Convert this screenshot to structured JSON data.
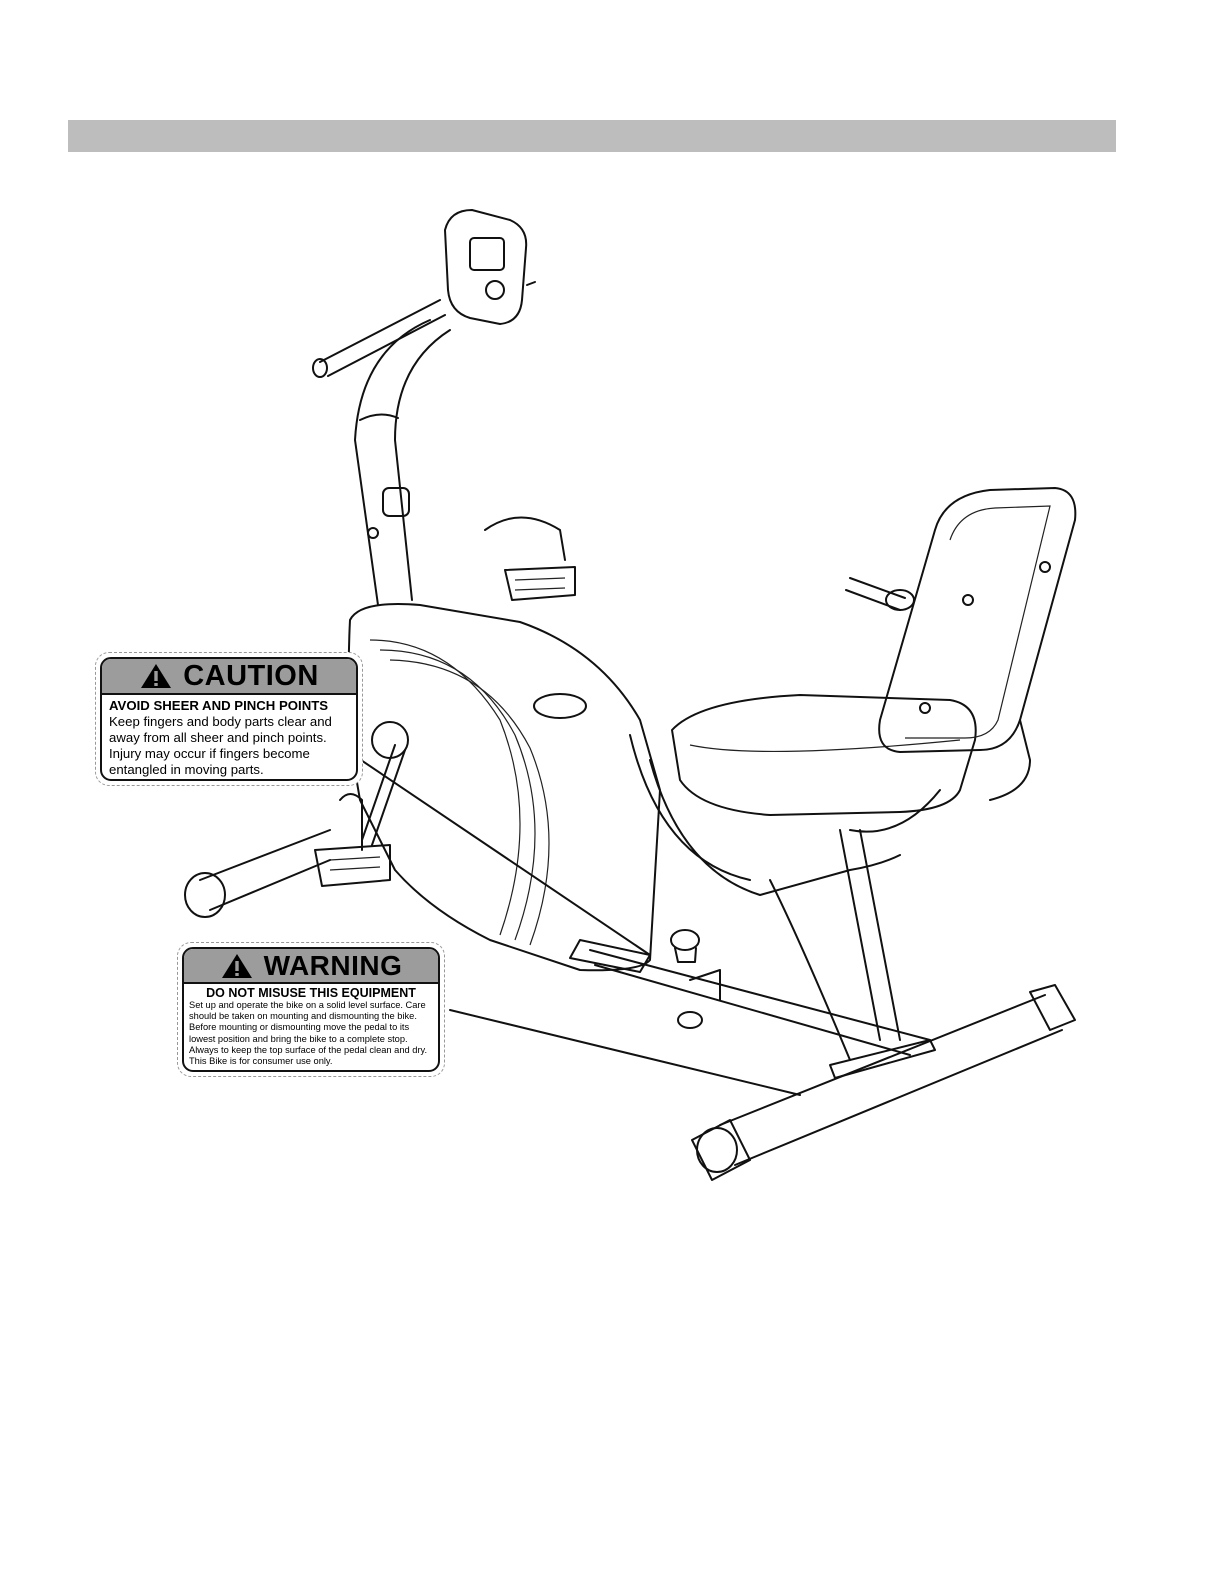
{
  "caution_label": {
    "title": "CAUTION",
    "subtitle": "AVOID SHEER AND PINCH POINTS",
    "body": "Keep fingers and body parts clear and away from all sheer and pinch points. Injury may occur if fingers become entangled in moving parts."
  },
  "warning_label": {
    "title": "WARNING",
    "subtitle": "DO NOT MISUSE THIS EQUIPMENT",
    "body": "Set up and operate the bike on a solid level surface. Care should be taken on mounting and dismounting the bike. Before mounting or dismounting move the pedal to its lowest position and bring the bike to a complete stop. Always to keep the top surface of the pedal clean and dry. This Bike is for consumer use only."
  },
  "icons": [
    "warning-triangle-icon",
    "recumbent-bike-illustration"
  ]
}
